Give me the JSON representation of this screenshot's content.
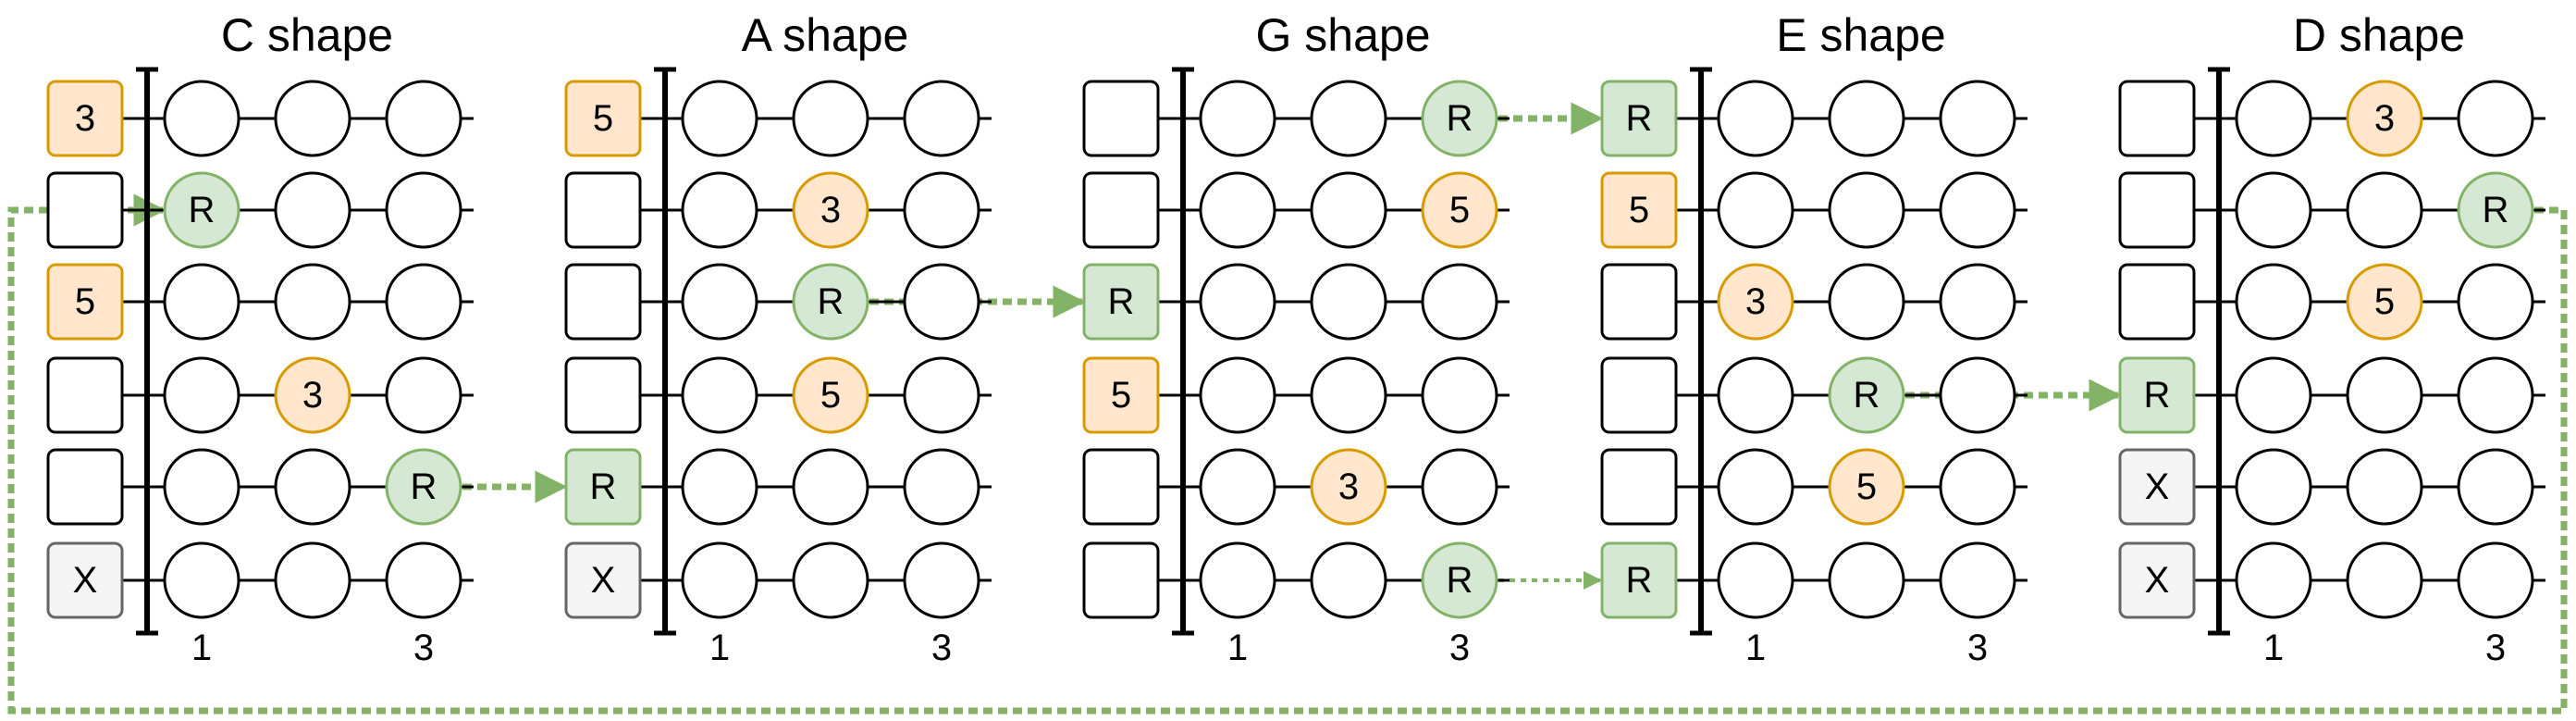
{
  "colors": {
    "root_fill": "#d5e8d4",
    "root_stroke": "#82b366",
    "note_fill": "#ffe6cc",
    "note_stroke": "#d79b00",
    "muted_fill": "#f5f5f5",
    "muted_stroke": "#666666",
    "line": "#000000",
    "arrow": "#82b366"
  },
  "fret_labels": [
    "1",
    "3"
  ],
  "shapes": [
    {
      "title": "C shape",
      "open": [
        "3",
        "",
        "5",
        "",
        "",
        "X"
      ],
      "frets": [
        [
          "",
          "",
          ""
        ],
        [
          "R",
          "",
          ""
        ],
        [
          "",
          "",
          ""
        ],
        [
          "",
          "3",
          ""
        ],
        [
          "",
          "",
          "R"
        ],
        [
          "",
          "",
          ""
        ]
      ]
    },
    {
      "title": "A shape",
      "open": [
        "5",
        "",
        "",
        "",
        "R",
        "X"
      ],
      "frets": [
        [
          "",
          "",
          ""
        ],
        [
          "",
          "3",
          ""
        ],
        [
          "",
          "R",
          ""
        ],
        [
          "",
          "5",
          ""
        ],
        [
          "",
          "",
          ""
        ],
        [
          "",
          "",
          ""
        ]
      ]
    },
    {
      "title": "G shape",
      "open": [
        "",
        "",
        "R",
        "5",
        "",
        ""
      ],
      "frets": [
        [
          "",
          "",
          "R"
        ],
        [
          "",
          "",
          "5"
        ],
        [
          "",
          "",
          ""
        ],
        [
          "",
          "",
          ""
        ],
        [
          "",
          "3",
          ""
        ],
        [
          "",
          "",
          "R"
        ]
      ]
    },
    {
      "title": "E shape",
      "open": [
        "R",
        "5",
        "",
        "",
        "",
        "R"
      ],
      "frets": [
        [
          "",
          "",
          ""
        ],
        [
          "",
          "",
          ""
        ],
        [
          "3",
          "",
          ""
        ],
        [
          "",
          "R",
          ""
        ],
        [
          "",
          "5",
          ""
        ],
        [
          "",
          "",
          ""
        ]
      ]
    },
    {
      "title": "D shape",
      "open": [
        "",
        "",
        "",
        "R",
        "X",
        "X"
      ],
      "frets": [
        [
          "",
          "3",
          ""
        ],
        [
          "",
          "",
          "R"
        ],
        [
          "",
          "5",
          ""
        ],
        [
          "",
          "",
          ""
        ],
        [
          "",
          "",
          ""
        ],
        [
          "",
          "",
          ""
        ]
      ]
    }
  ]
}
